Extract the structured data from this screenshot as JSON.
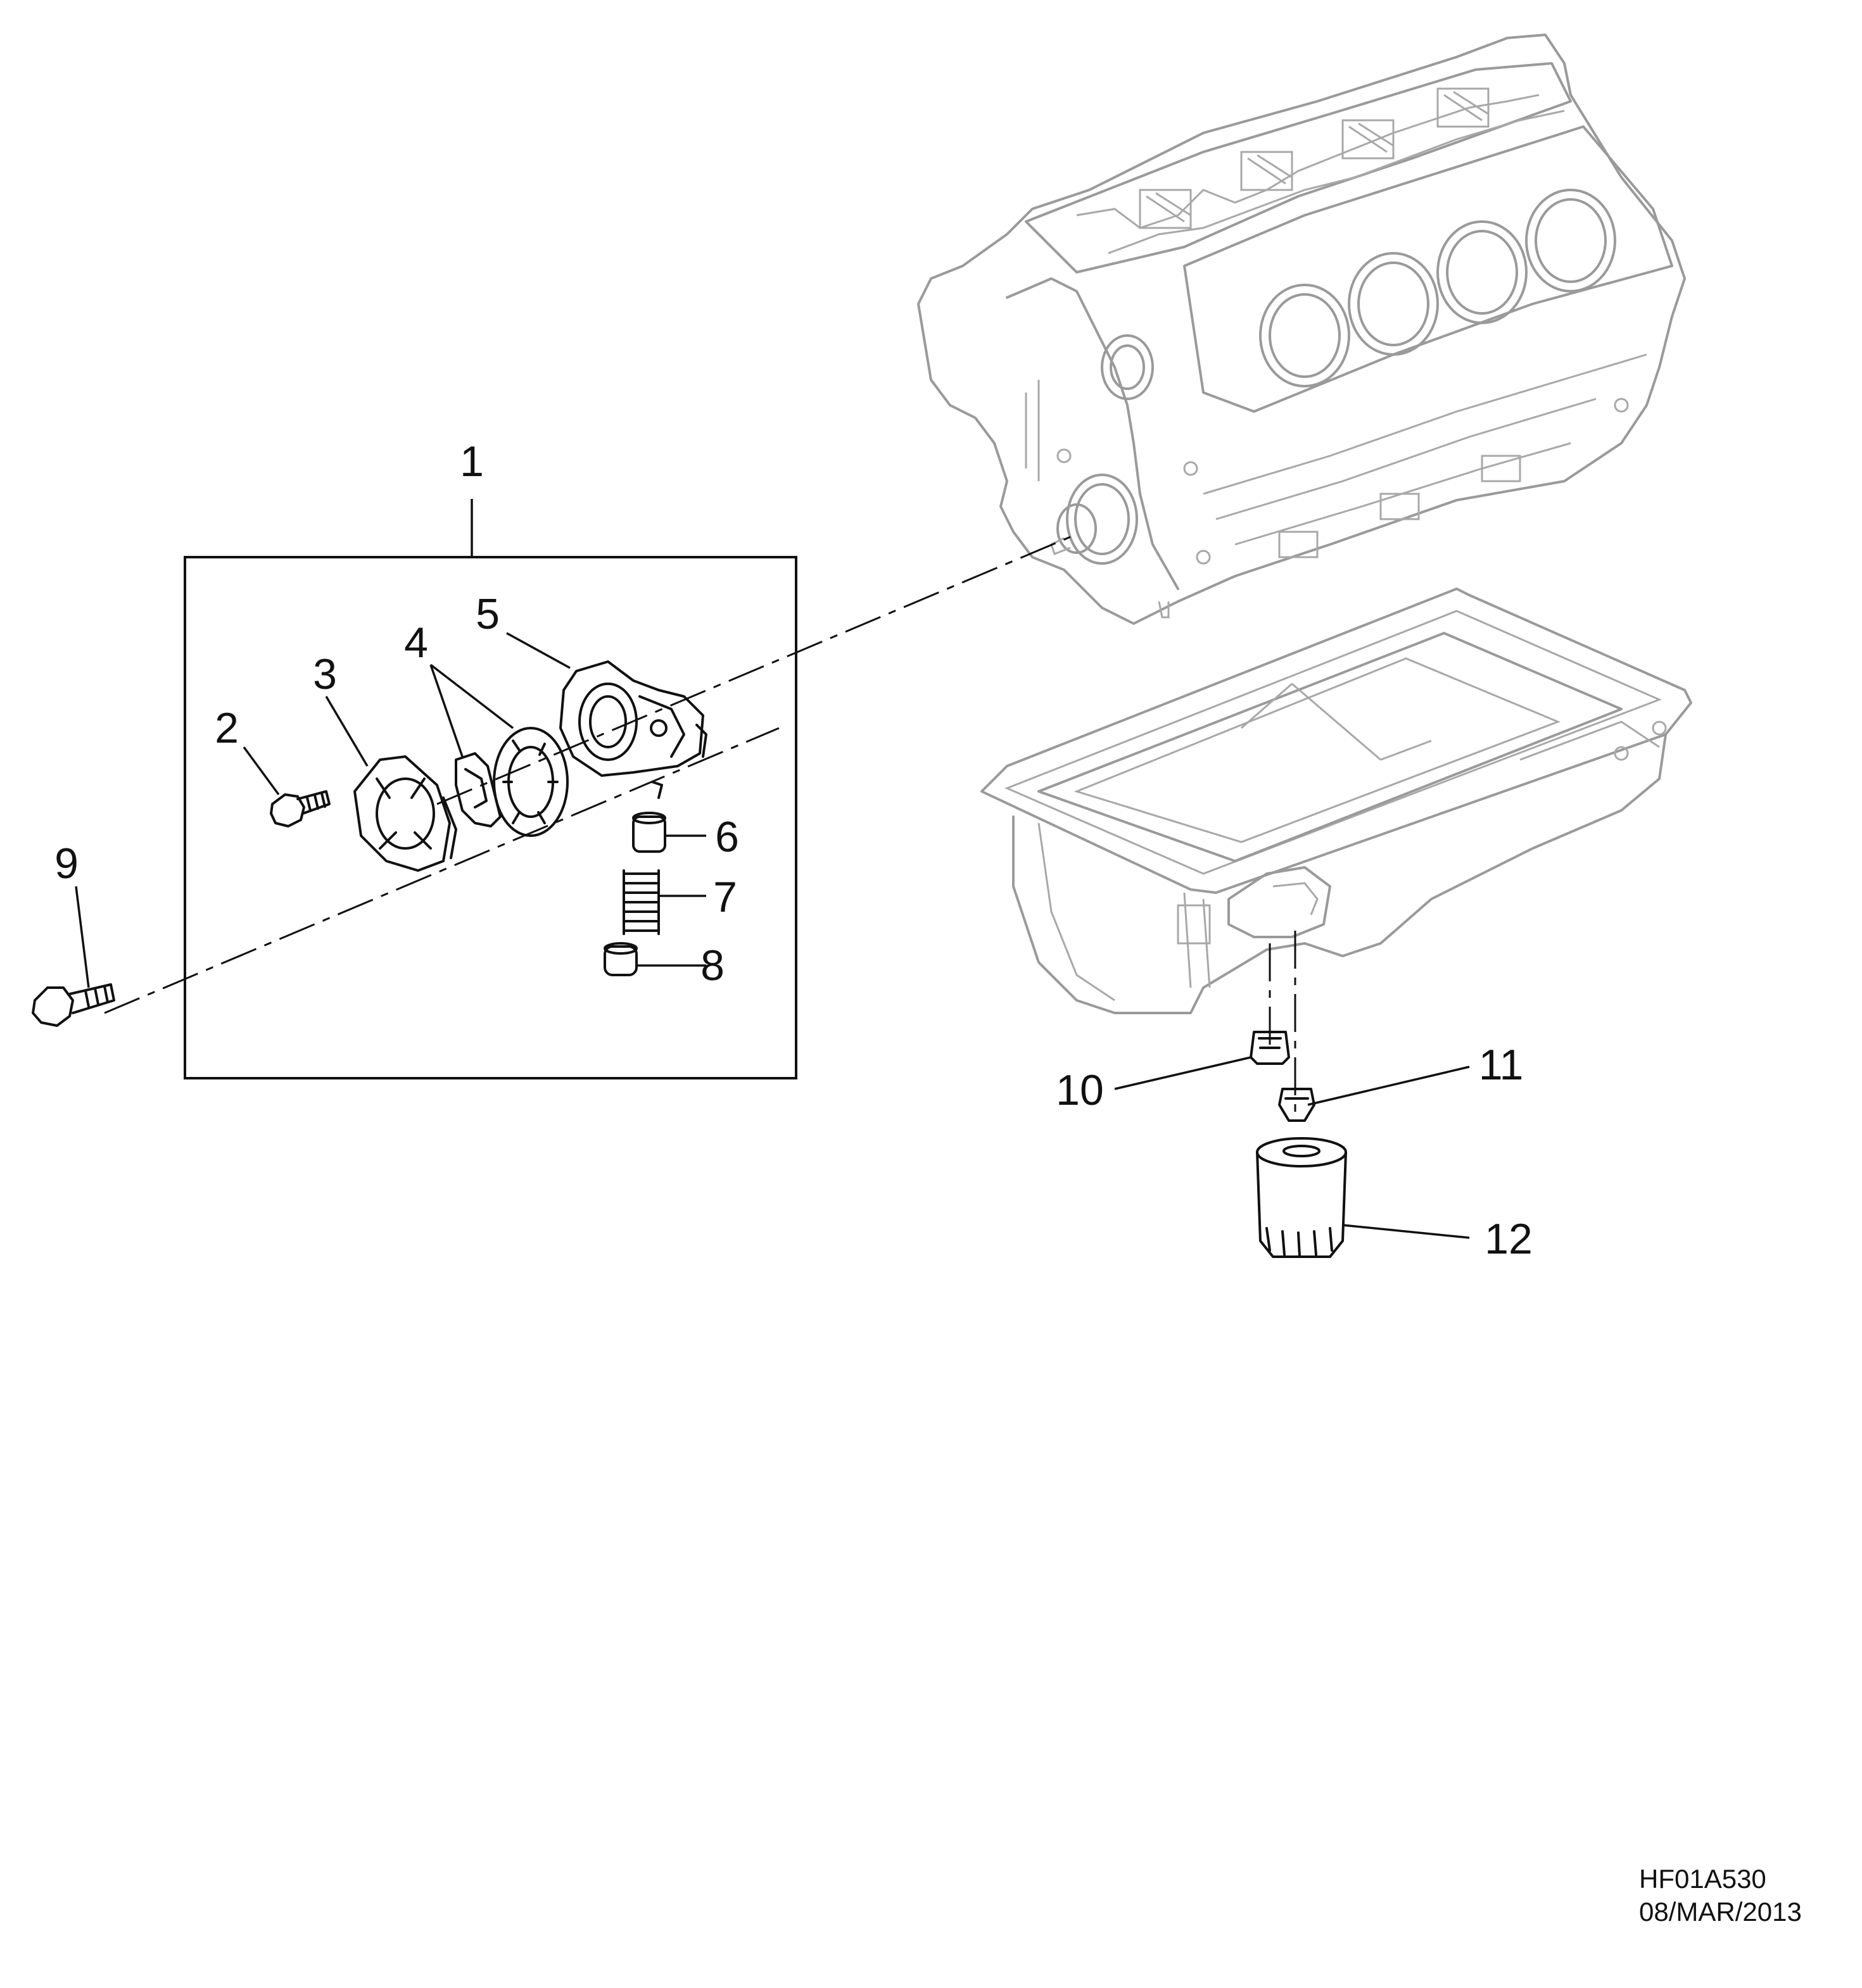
{
  "callouts": [
    {
      "id": "1",
      "label": "1"
    },
    {
      "id": "2",
      "label": "2"
    },
    {
      "id": "3",
      "label": "3"
    },
    {
      "id": "4",
      "label": "4"
    },
    {
      "id": "5",
      "label": "5"
    },
    {
      "id": "6",
      "label": "6"
    },
    {
      "id": "7",
      "label": "7"
    },
    {
      "id": "8",
      "label": "8"
    },
    {
      "id": "9",
      "label": "9"
    },
    {
      "id": "10",
      "label": "10"
    },
    {
      "id": "11",
      "label": "11"
    },
    {
      "id": "12",
      "label": "12"
    }
  ],
  "reference": {
    "code": "HF01A530",
    "date": "08/MAR/2013"
  }
}
